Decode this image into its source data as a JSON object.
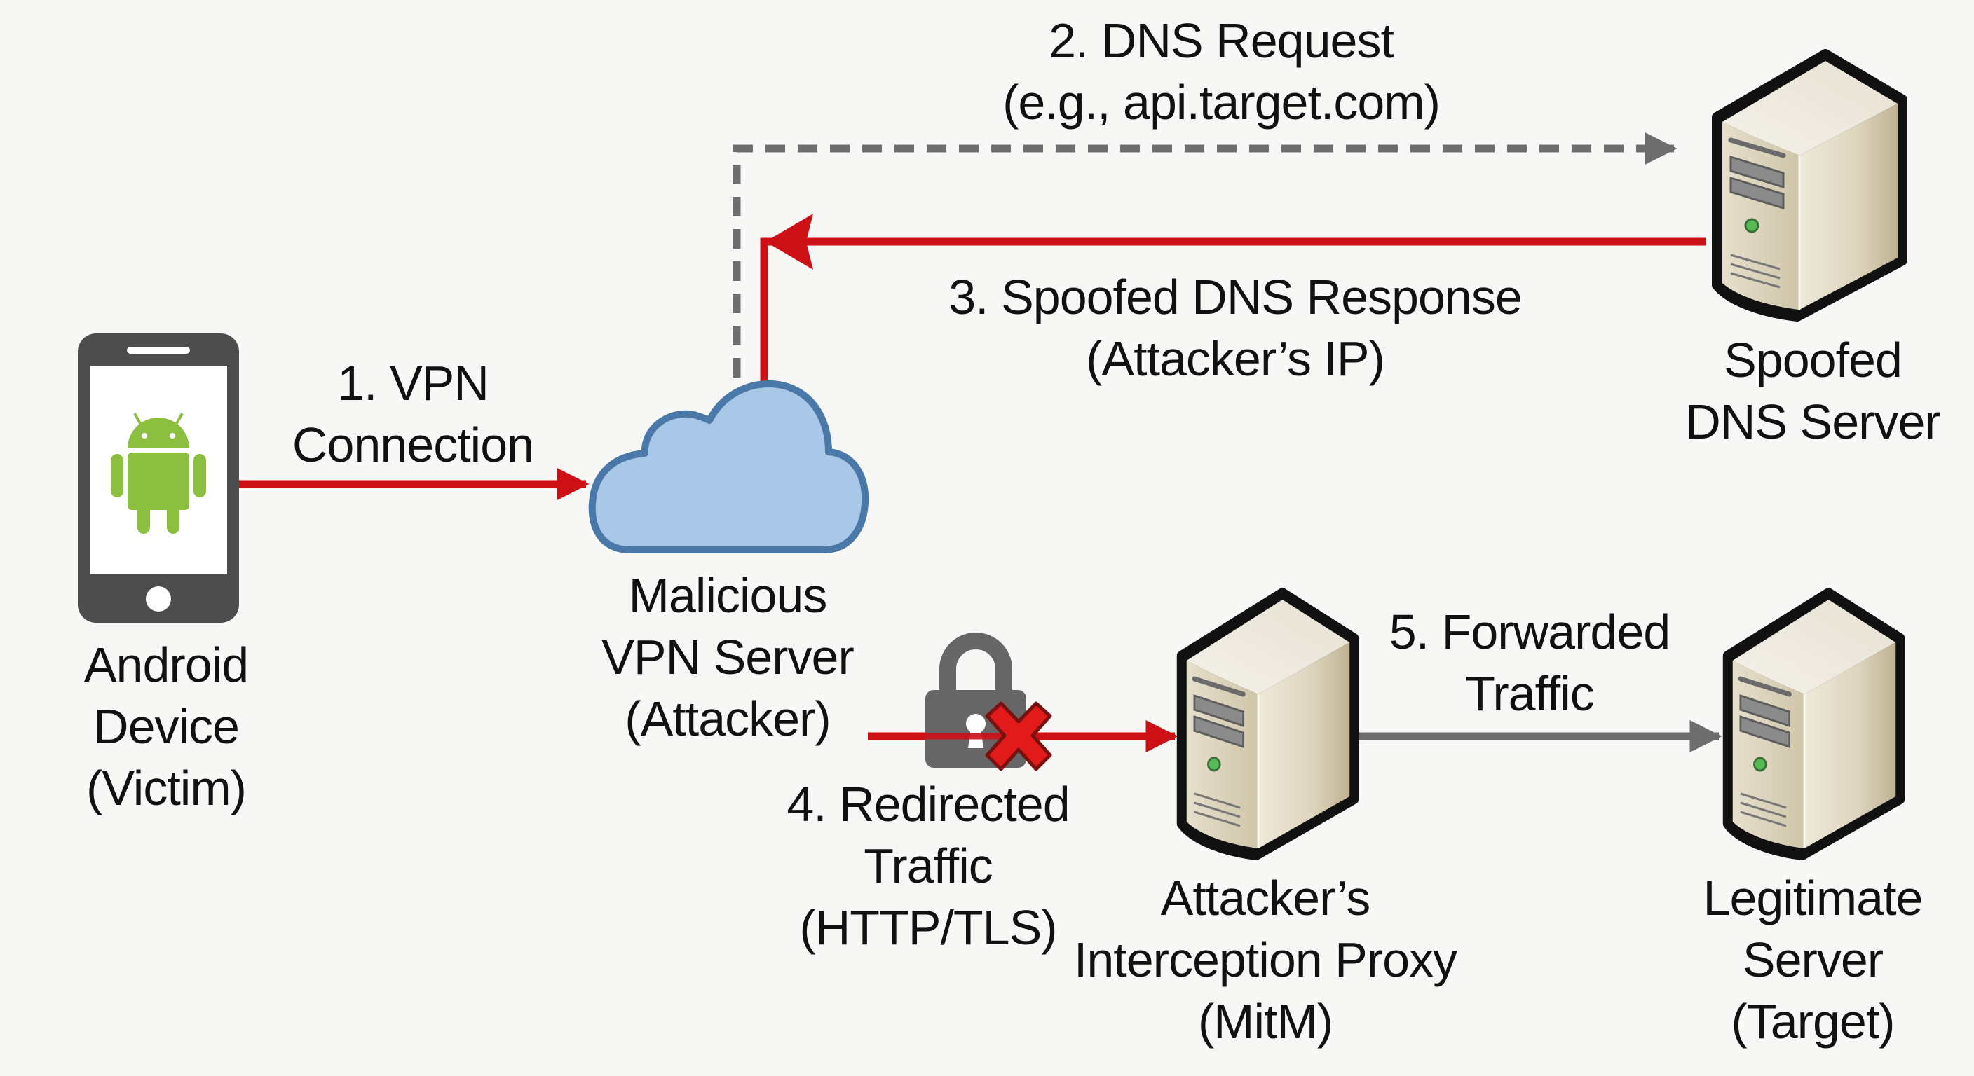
{
  "nodes": {
    "android_device": {
      "lines": [
        "Android",
        "Device",
        "(Victim)"
      ],
      "icon": "android-phone-icon"
    },
    "vpn_server": {
      "lines": [
        "Malicious",
        "VPN Server",
        "(Attacker)"
      ],
      "icon": "cloud-icon"
    },
    "dns_server": {
      "lines": [
        "Spoofed",
        "DNS Server"
      ],
      "icon": "server-icon"
    },
    "proxy": {
      "lines": [
        "Attacker’s",
        "Interception Proxy",
        "(MitM)"
      ],
      "icon": "server-icon"
    },
    "legit_server": {
      "lines": [
        "Legitimate",
        "Server",
        "(Target)"
      ],
      "icon": "server-icon"
    }
  },
  "edges": {
    "step1": {
      "lines": [
        "1. VPN",
        "Connection"
      ],
      "style": "solid",
      "color": "#cc1016"
    },
    "step2": {
      "lines": [
        "2. DNS Request",
        "(e.g., api.target.com)"
      ],
      "style": "dashed",
      "color": "#6e6e6e"
    },
    "step3": {
      "lines": [
        "3. Spoofed DNS Response",
        "(Attacker’s IP)"
      ],
      "style": "solid",
      "color": "#cc1016"
    },
    "step4": {
      "lines": [
        "4. Redirected",
        "Traffic",
        "(HTTP/TLS)"
      ],
      "style": "solid",
      "color": "#cc1016",
      "icon": "broken-lock-icon"
    },
    "step5": {
      "lines": [
        "5. Forwarded",
        "Traffic"
      ],
      "style": "solid",
      "color": "#6e6e6e"
    }
  },
  "colors": {
    "attack_red": "#cc1016",
    "neutral_gray": "#6e6e6e",
    "cloud_fill": "#a9c7e6",
    "cloud_stroke": "#4a78a8",
    "android_green": "#8cbf3f",
    "server_beige": "#d8cfb8",
    "lock_gray": "#666666"
  }
}
